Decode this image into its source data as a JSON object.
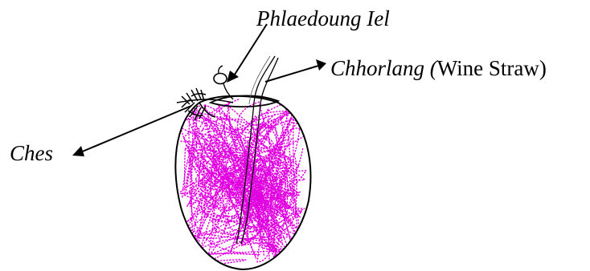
{
  "labels": {
    "phlaedoung_iel": "Phlaedoung Iel",
    "chhorlang": "Chhorlang (",
    "chhorlang_gloss": "Wine Straw)",
    "ches": "Ches"
  },
  "colors": {
    "ink": "#000000",
    "fill_scribble": "#e000e0",
    "background": "#ffffff"
  }
}
